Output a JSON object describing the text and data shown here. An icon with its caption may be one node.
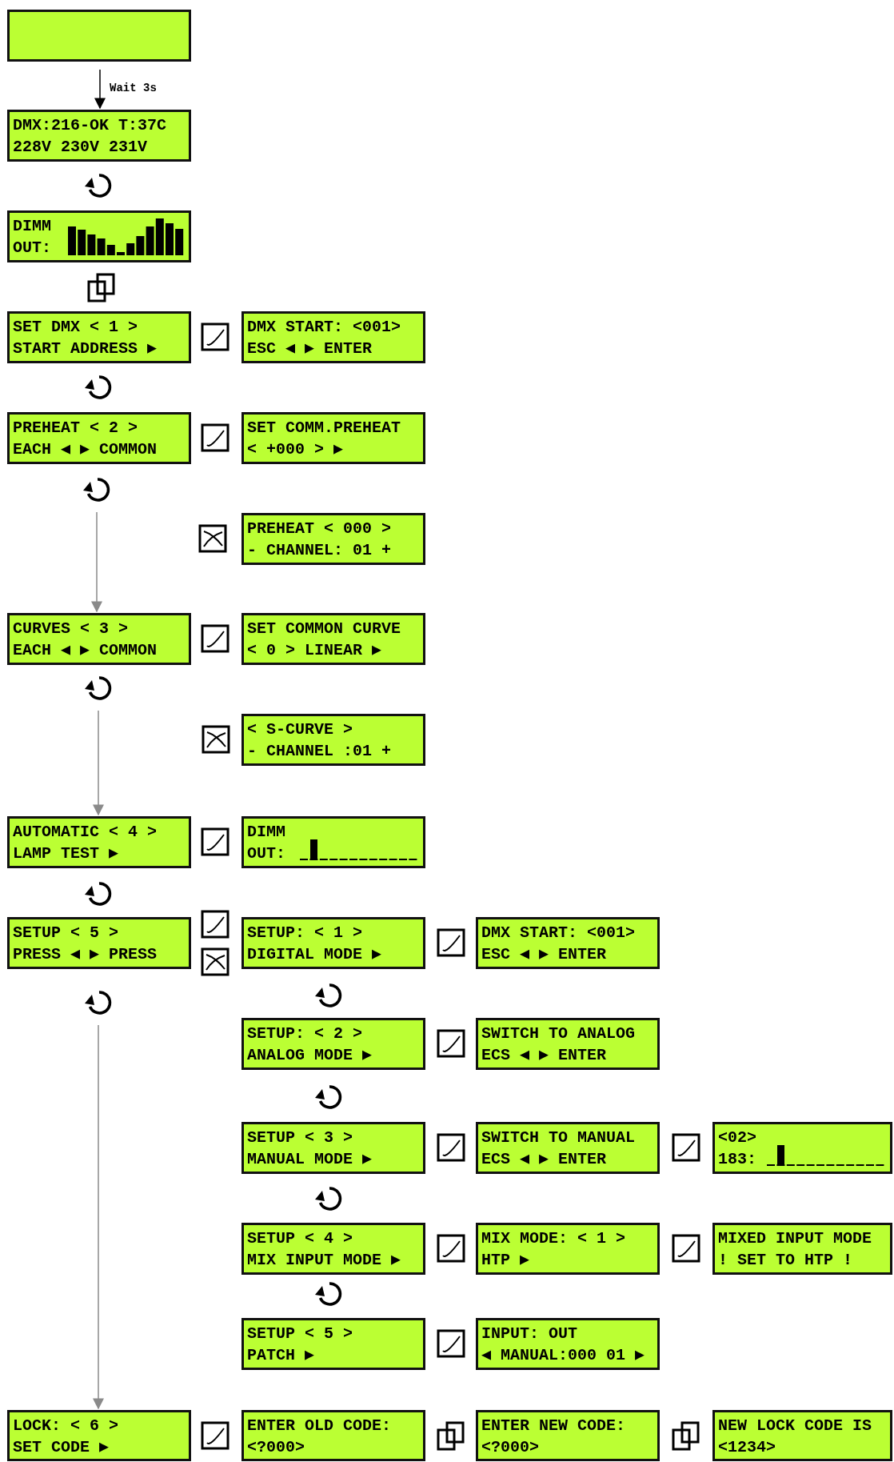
{
  "diagram": {
    "nodes": [
      {
        "text": [],
        "shape": "box"
      },
      {
        "text": [
          "DMX:216-OK T:37C",
          "228V 230V 231V"
        ]
      },
      {
        "text": [],
        "shape": "rotate"
      },
      {
        "text": [
          "DIMM",
          "OUT:"
        ]
      },
      {
        "text": [],
        "shape": "copy"
      },
      {
        "text": [
          "SET DMX < 1 >",
          "START ADDRESS ▶"
        ]
      },
      {
        "text": [],
        "shape": "check"
      },
      {
        "text": [
          "DMX START: <001>",
          "ESC ◀ ▶ ENTER"
        ]
      },
      {
        "text": [],
        "shape": "rotate"
      },
      {
        "text": [
          "PREHEAT < 2 >",
          "EACH ◀ ▶ COMMON"
        ]
      },
      {
        "text": [],
        "shape": "check"
      },
      {
        "text": [
          "SET COMM.PREHEAT",
          "< +000 > ▶"
        ]
      },
      {
        "text": [],
        "shape": "rotate"
      },
      {
        "text": [],
        "shape": "cross"
      },
      {
        "text": [
          "PREHEAT < 000 >",
          "- CHANNEL: 01 +"
        ]
      },
      {
        "text": [
          "CURVES < 3 >",
          "EACH ◀ ▶ COMMON"
        ]
      },
      {
        "text": [],
        "shape": "check"
      },
      {
        "text": [
          "SET COMMON CURVE",
          "< 0 > LINEAR ▶"
        ]
      },
      {
        "text": [],
        "shape": "rotate"
      },
      {
        "text": [],
        "shape": "cross"
      },
      {
        "text": [
          "< S-CURVE >",
          "- CHANNEL :01 +"
        ]
      },
      {
        "text": [
          "AUTOMATIC < 4 >",
          "LAMP TEST ▶"
        ]
      },
      {
        "text": [],
        "shape": "check"
      },
      {
        "text": [
          "DIMM",
          "OUT:"
        ]
      },
      {
        "text": [],
        "shape": "rotate"
      },
      {
        "text": [
          "SETUP < 5 >",
          "PRESS ◀ ▶ PRESS"
        ]
      },
      {
        "text": [],
        "shape": "check"
      },
      {
        "text": [],
        "shape": "cross"
      },
      {
        "text": [
          "SETUP: < 1 >",
          "DIGITAL MODE ▶"
        ]
      },
      {
        "text": [],
        "shape": "check"
      },
      {
        "text": [
          "DMX START: <001>",
          "ESC ◀ ▶ ENTER"
        ]
      },
      {
        "text": [],
        "shape": "rotate"
      },
      {
        "text": [],
        "shape": "rotate"
      },
      {
        "text": [
          "SETUP: < 2 >",
          "ANALOG MODE ▶"
        ]
      },
      {
        "text": [],
        "shape": "check"
      },
      {
        "text": [
          "SWITCH TO ANALOG",
          "ECS ◀ ▶ ENTER"
        ]
      },
      {
        "text": [],
        "shape": "rotate"
      },
      {
        "text": [
          "SETUP < 3 >",
          "MANUAL MODE ▶"
        ]
      },
      {
        "text": [],
        "shape": "check"
      },
      {
        "text": [
          "SWITCH TO MANUAL",
          "ECS ◀ ▶ ENTER"
        ]
      },
      {
        "text": [],
        "shape": "check"
      },
      {
        "text": [
          "<02>",
          "183:"
        ]
      },
      {
        "text": [],
        "shape": "rotate"
      },
      {
        "text": [
          "SETUP < 4 >",
          "MIX INPUT MODE ▶"
        ]
      },
      {
        "text": [],
        "shape": "check"
      },
      {
        "text": [
          "MIX MODE: < 1 >",
          "HTP ▶"
        ]
      },
      {
        "text": [],
        "shape": "check"
      },
      {
        "text": [
          "MIXED INPUT MODE",
          "! SET TO HTP !"
        ]
      },
      {
        "text": [],
        "shape": "rotate"
      },
      {
        "text": [
          "SETUP < 5 >",
          "PATCH ▶"
        ]
      },
      {
        "text": [],
        "shape": "check"
      },
      {
        "text": [
          "INPUT: OUT",
          "◀ MANUAL:000 01 ▶"
        ]
      },
      {
        "text": [
          "LOCK: < 6 >",
          "SET CODE ▶"
        ]
      },
      {
        "text": [],
        "shape": "check"
      },
      {
        "text": [
          "ENTER OLD CODE:",
          "<?000>"
        ]
      },
      {
        "text": [],
        "shape": "copy"
      },
      {
        "text": [
          "ENTER NEW CODE:",
          "<?000>"
        ]
      },
      {
        "text": [],
        "shape": "copy"
      },
      {
        "text": [
          "NEW LOCK CODE IS",
          "<1234>"
        ]
      }
    ],
    "edges": [
      {
        "from": 0,
        "to": 1,
        "arrow": "to",
        "label": "Wait 3s",
        "color": "#000000"
      },
      {
        "from": 12,
        "to": 15,
        "arrow": "to"
      },
      {
        "from": 18,
        "to": 21,
        "arrow": "to"
      },
      {
        "from": 31,
        "to": 52,
        "arrow": "to"
      }
    ]
  }
}
